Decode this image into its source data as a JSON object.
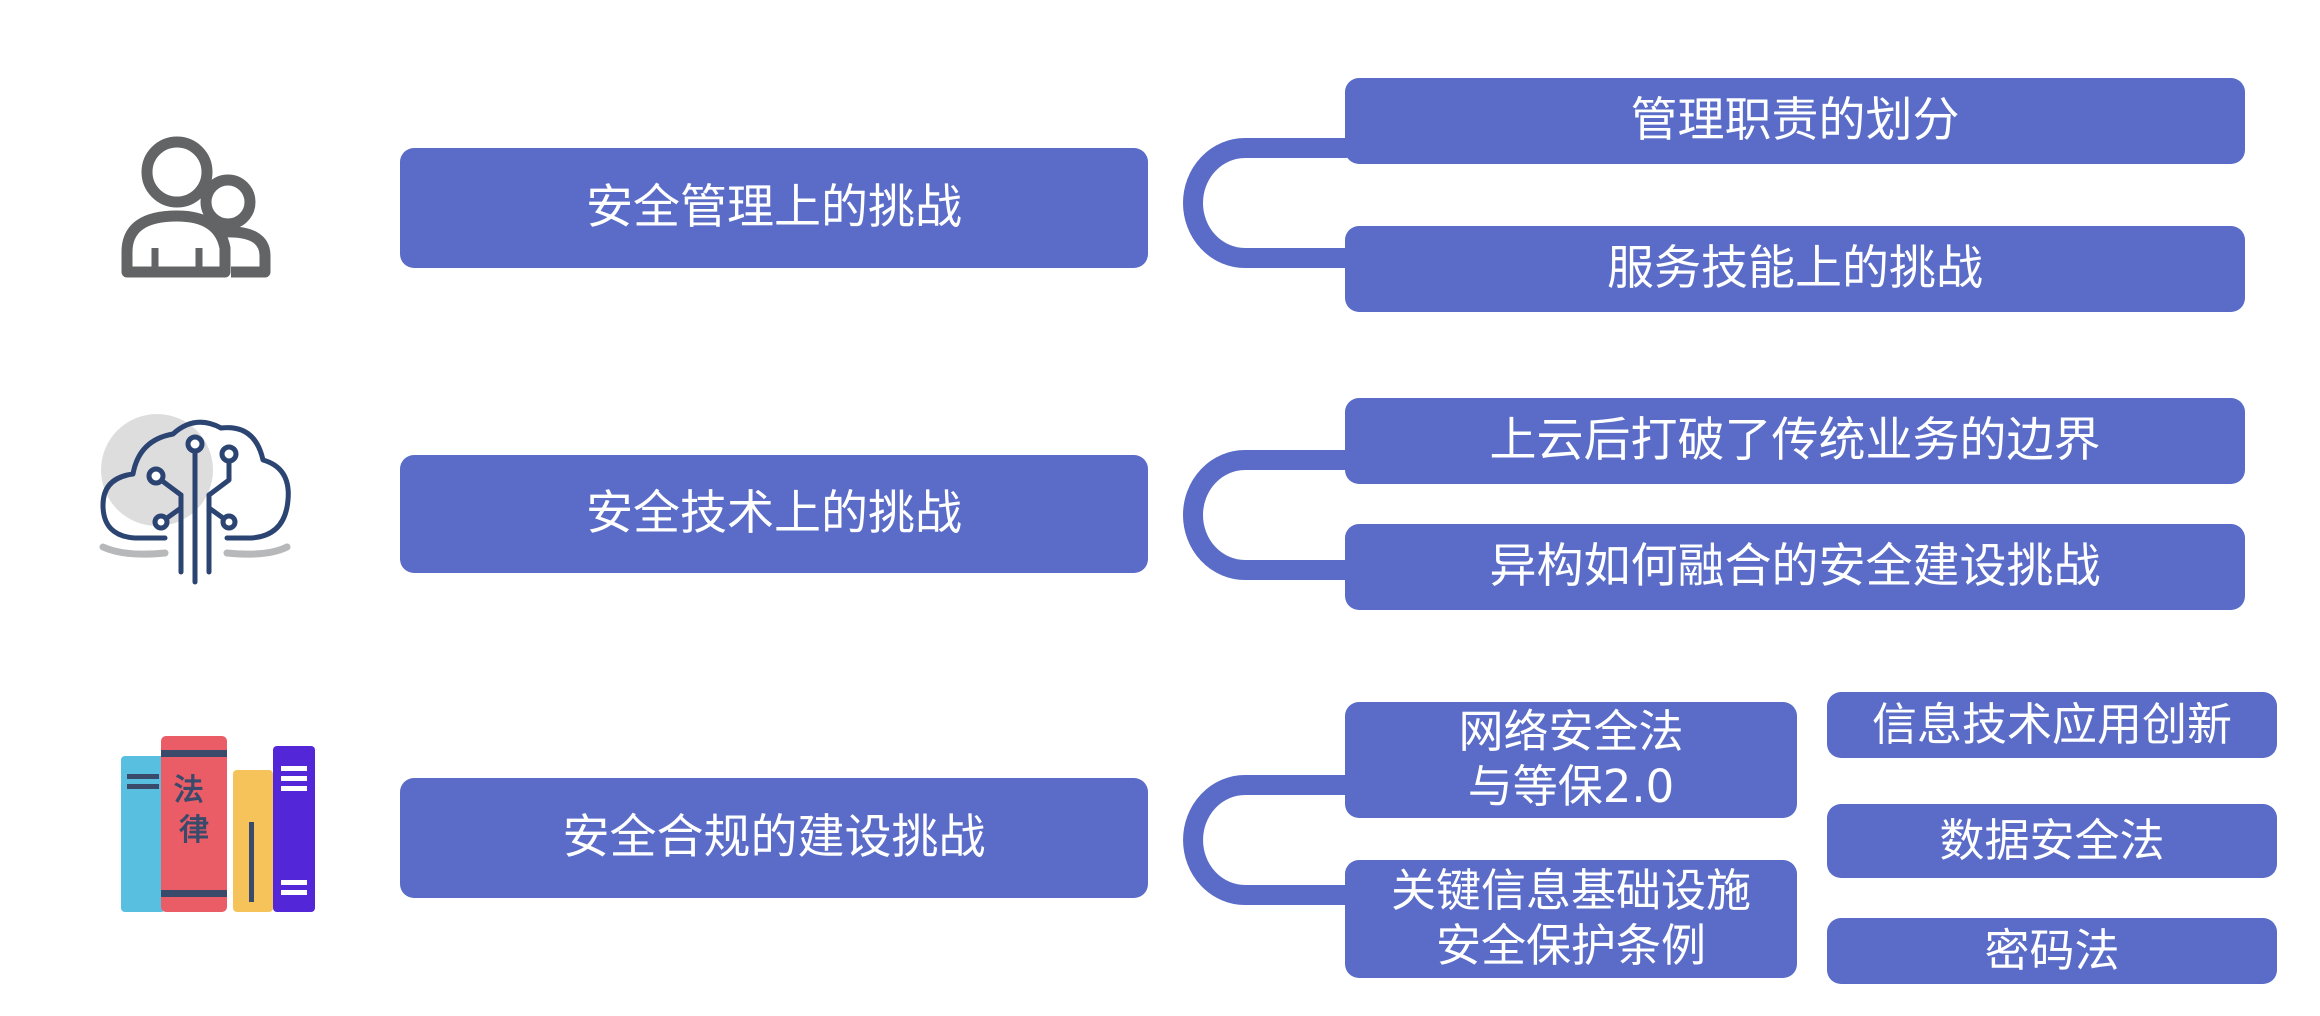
{
  "colors": {
    "box": "#5a6cc7",
    "text": "#ffffff",
    "icon_gray": "#636466",
    "cloud_navy": "#2b4472"
  },
  "rows": [
    {
      "icon": "users-icon",
      "title": "安全管理上的挑战",
      "items": [
        "管理职责的划分",
        "服务技能上的挑战"
      ]
    },
    {
      "icon": "cloud-circuit-icon",
      "title": "安全技术上的挑战",
      "items": [
        "上云后打破了传统业务的边界",
        "异构如何融合的安全建设挑战"
      ]
    },
    {
      "icon": "law-books-icon",
      "title": "安全合规的建设挑战",
      "items": [
        "网络安全法\n与等保2.0",
        "关键信息基础设施\n安全保护条例"
      ],
      "laws": [
        "信息技术应用创新",
        "数据安全法",
        "密码法"
      ],
      "book_label": "法\n律"
    }
  ]
}
